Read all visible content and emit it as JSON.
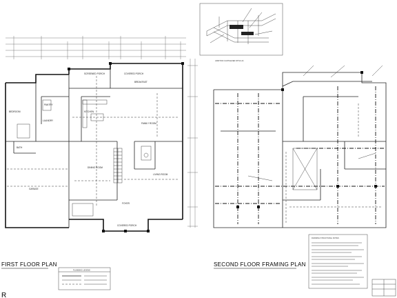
{
  "sheet": {
    "first_floor_title": "FIRST FLOOR PLAN",
    "second_floor_title": "SECOND FLOOR FRAMING PLAN",
    "sheet_mark": "R"
  },
  "first_floor": {
    "rooms": {
      "bedroom": "BEDROOM",
      "screened_porch": "SCREENED PORCH",
      "covered_porch": "COVERED PORCH",
      "breakfast": "BREAKFAST",
      "pantry": "PANTRY",
      "kitchen": "KITCHEN",
      "family_room": "FAMILY ROOM",
      "garage": "GARAGE",
      "dining_room": "DINING ROOM",
      "living_room": "LIVING ROOM",
      "foyer": "FOYER",
      "covered_porch_front": "COVERED PORCH",
      "bath": "BATH",
      "laundry": "LAUNDRY"
    },
    "legend_title": "PLUMBING LEGEND"
  },
  "second_floor": {
    "detail_note": "ADDITION CANTILEVER WITH LVL",
    "notes_title": "FRAMING STRUCTURAL NOTES"
  }
}
